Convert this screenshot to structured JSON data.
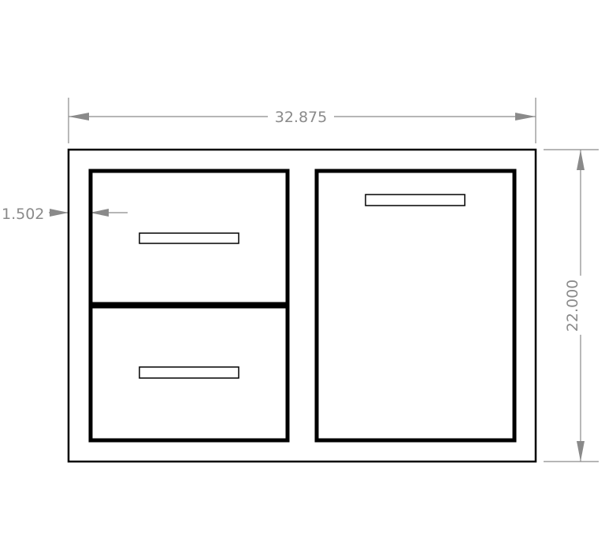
{
  "dimensions": {
    "width_label": "32.875",
    "height_label": "22.000",
    "inset_label": "1.502"
  },
  "components": {
    "upper_drawer": "drawer",
    "lower_drawer": "drawer",
    "right_door": "door"
  },
  "colors": {
    "outline": "#000000",
    "dimension": "#8a8a8a"
  }
}
